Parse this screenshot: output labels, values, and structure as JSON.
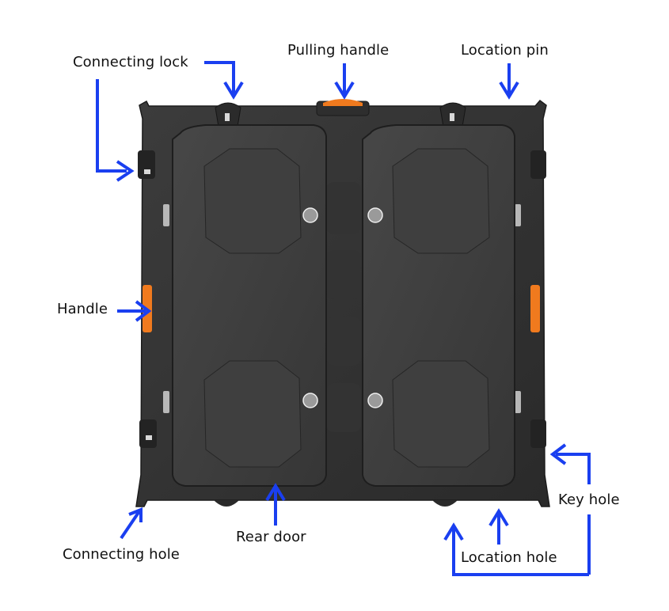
{
  "diagram": {
    "subject": "LED display cabinet rear view",
    "accent_color": "#1a3ff0",
    "highlight_color": "#f07a1e",
    "labels": {
      "connecting_lock": "Connecting lock",
      "pulling_handle": "Pulling handle",
      "location_pin": "Location pin",
      "handle": "Handle",
      "key_hole": "Key hole",
      "rear_door": "Rear door",
      "connecting_hole": "Connecting hole",
      "location_hole": "Location hole"
    }
  }
}
